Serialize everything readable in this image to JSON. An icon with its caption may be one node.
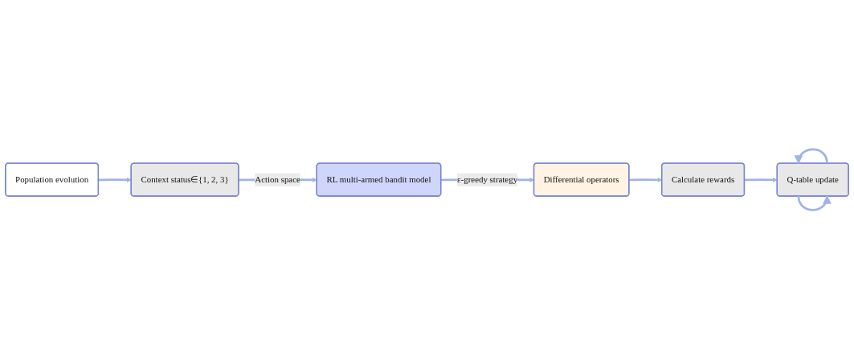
{
  "diagram": {
    "nodes": [
      {
        "text": [
          "Population evolution"
        ]
      },
      {
        "text": [
          "Context status∈{1, 2, 3}"
        ]
      },
      {
        "text": [
          "RL multi-armed bandit model"
        ]
      },
      {
        "text": [
          "Differential operators"
        ]
      },
      {
        "text": [
          "Calculate rewards"
        ]
      },
      {
        "text": [
          "Q-table update"
        ]
      }
    ],
    "edges": [
      {
        "from": 0,
        "to": 1,
        "arrow": "to"
      },
      {
        "from": 1,
        "to": 2,
        "arrow": "to",
        "label": "Action space"
      },
      {
        "from": 2,
        "to": 3,
        "arrow": "to",
        "label": "ε-greedy strategy"
      },
      {
        "from": 3,
        "to": 4,
        "arrow": "to"
      },
      {
        "from": 4,
        "to": 5,
        "arrow": "to"
      },
      {
        "from": 5,
        "to": 5,
        "arrow": "to"
      },
      {
        "from": 5,
        "to": 5,
        "arrow": "to"
      }
    ]
  }
}
